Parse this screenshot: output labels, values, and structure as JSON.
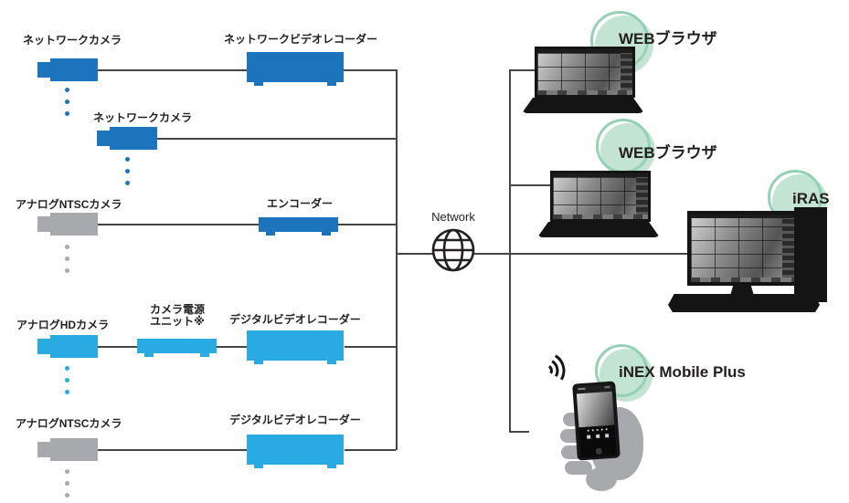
{
  "colors": {
    "dark_blue": "#1c75bc",
    "light_blue": "#29abe2",
    "gray": "#a7a9ac",
    "green_fill": "#c3e4d2",
    "green_ring": "#93d0b5",
    "line": "#454545",
    "text": "#231f20"
  },
  "nodes": {
    "net_cam_1": "ネットワークカメラ",
    "net_cam_2": "ネットワークカメラ",
    "ntsc_cam_1": "アナログNTSCカメラ",
    "hd_cam": "アナログHDカメラ",
    "ntsc_cam_2": "アナログNTSCカメラ",
    "nvr": "ネットワークビデオレコーダー",
    "encoder": "エンコーダー",
    "power_unit_line1": "カメラ電源",
    "power_unit_line2": "ユニット※",
    "dvr_1": "デジタルビデオレコーダー",
    "dvr_2": "デジタルビデオレコーダー",
    "network": "Network",
    "web_browser_1": "WEBブラウザ",
    "web_browser_2": "WEBブラウザ",
    "iras": "iRAS",
    "inex_mobile": "iNEX Mobile Plus"
  }
}
